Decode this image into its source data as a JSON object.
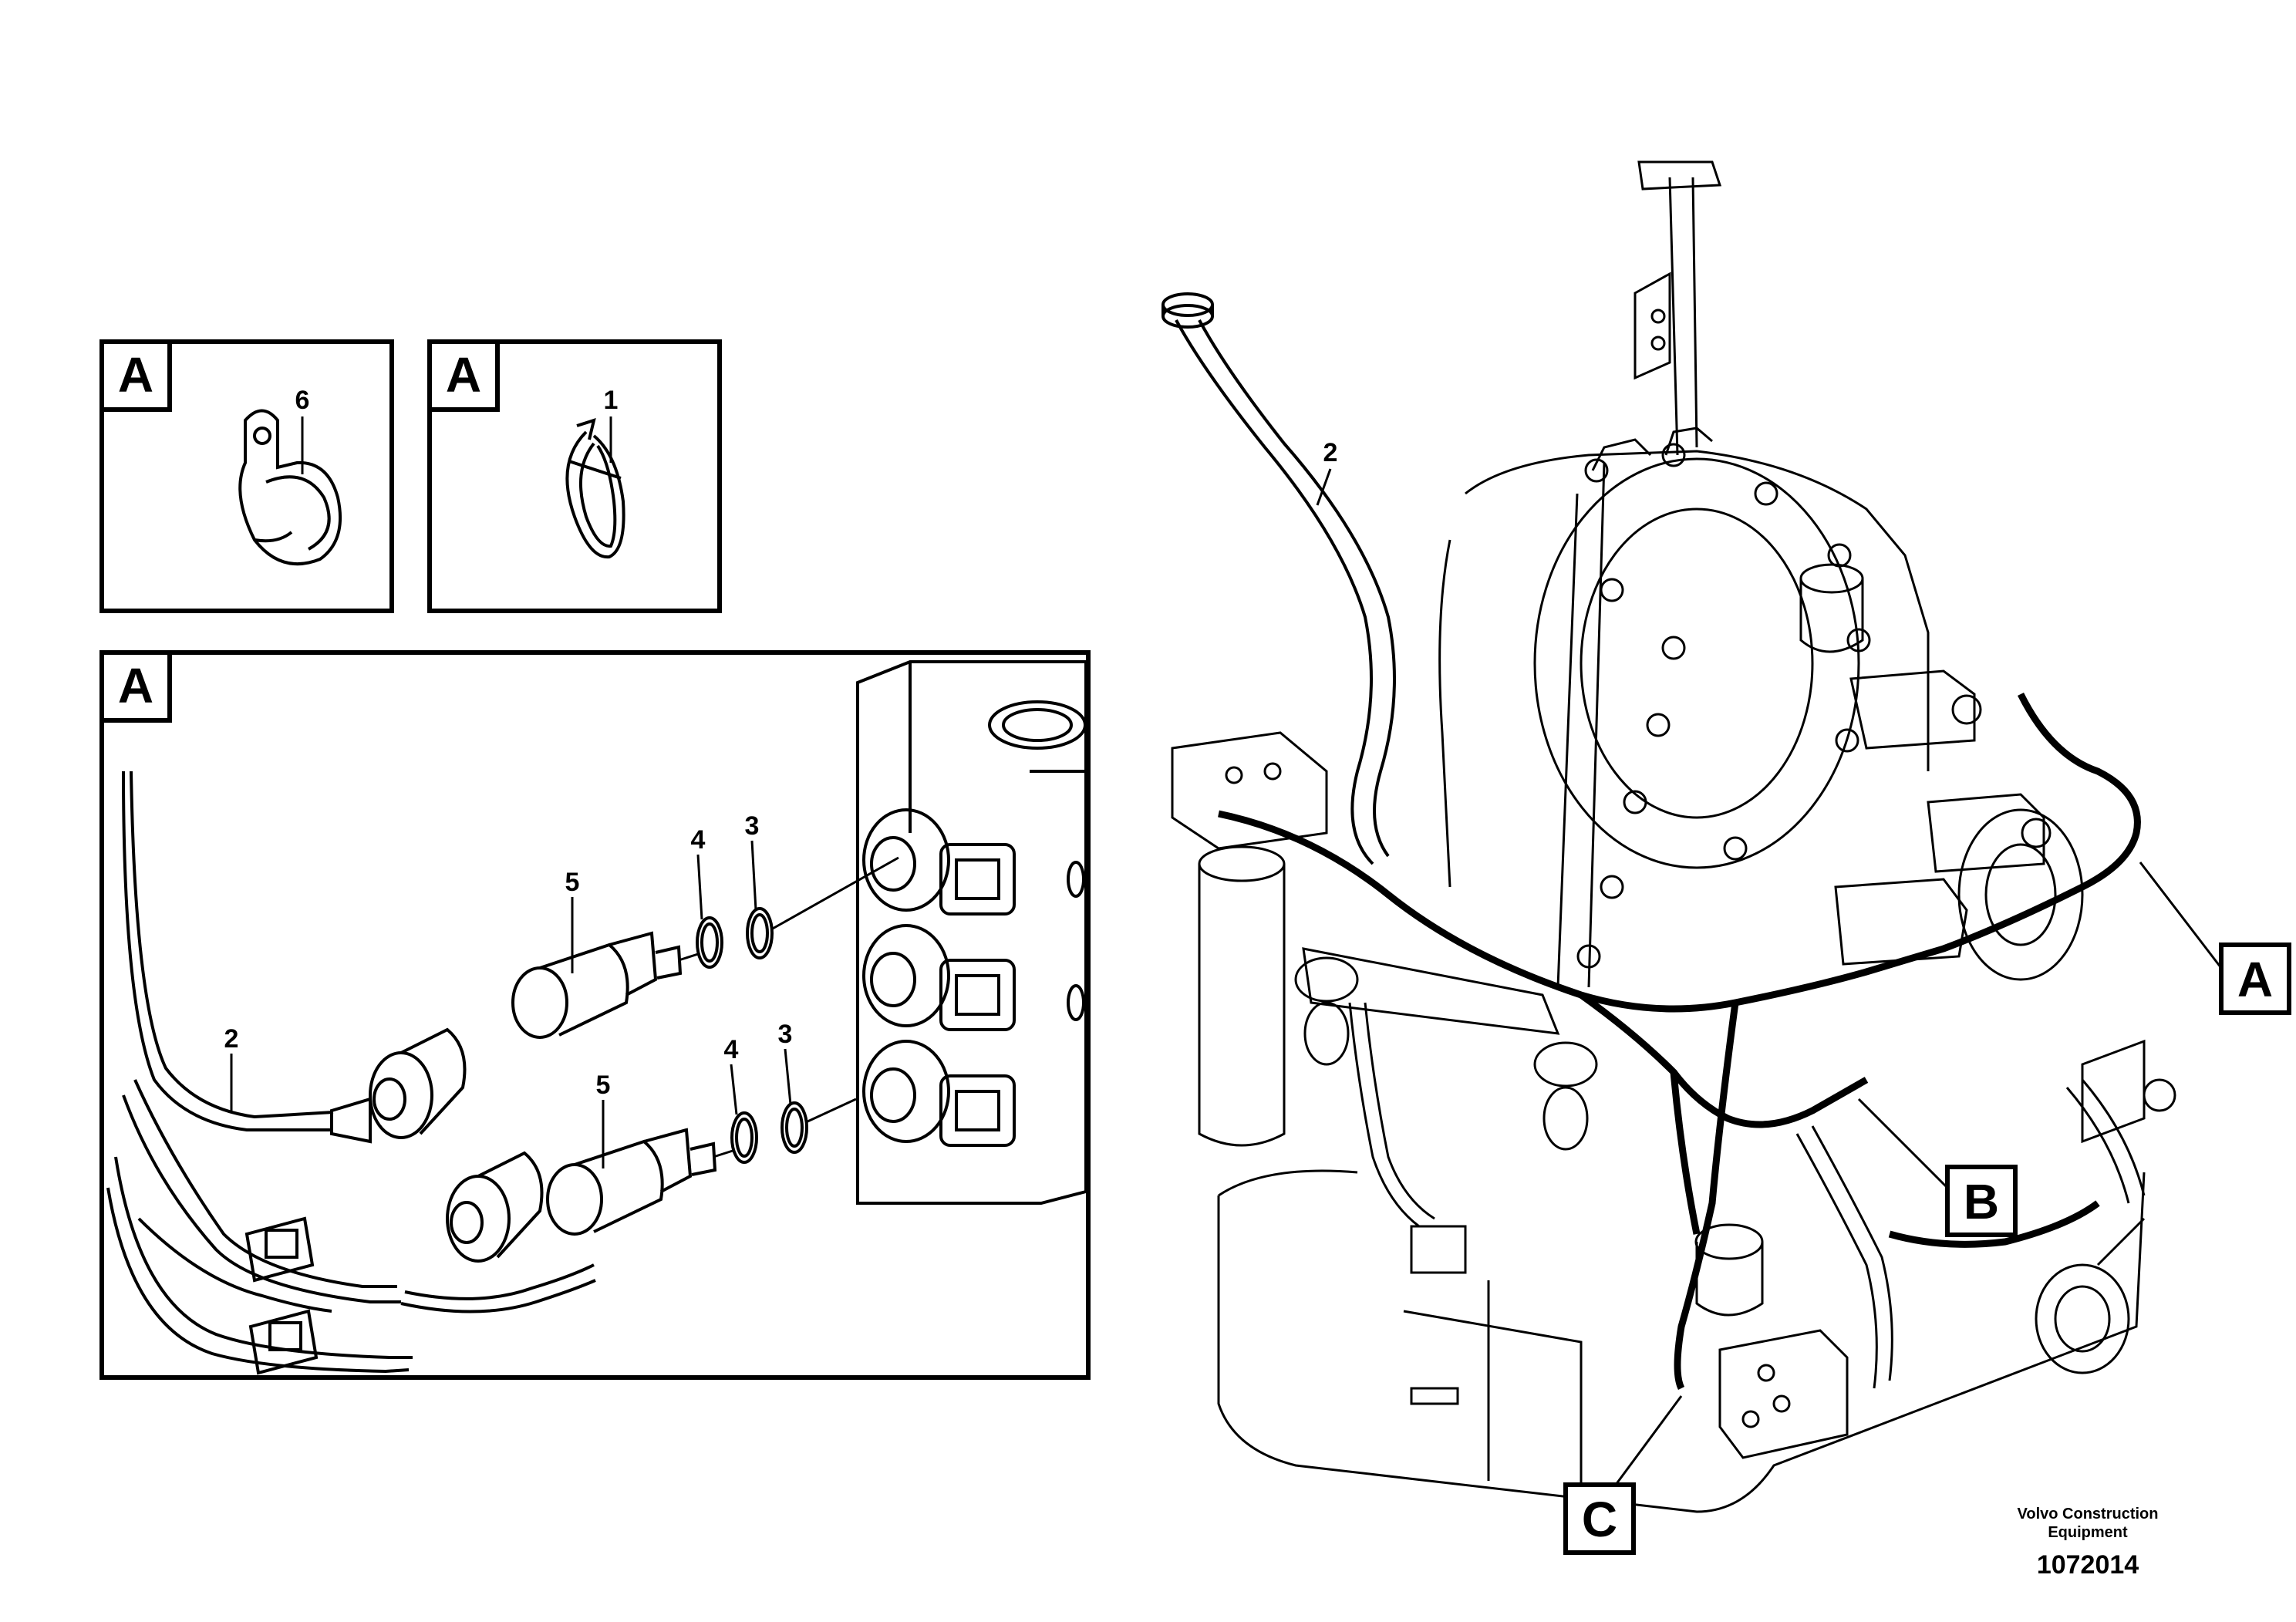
{
  "detail_boxes": [
    {
      "letter": "A",
      "part": "6"
    },
    {
      "letter": "A",
      "part": "1"
    },
    {
      "letter": "A"
    }
  ],
  "detail_parts": {
    "cable_label": "2",
    "o_ring_4_upper": "4",
    "o_ring_3_upper": "3",
    "sensor_5_upper": "5",
    "o_ring_4_lower": "4",
    "o_ring_3_lower": "3",
    "sensor_5_lower": "5"
  },
  "main_view": {
    "cable_label": "2",
    "callouts": [
      "A",
      "B",
      "C"
    ]
  },
  "credit": {
    "company_line1": "Volvo Construction",
    "company_line2": "Equipment",
    "drawing_number": "1072014"
  }
}
